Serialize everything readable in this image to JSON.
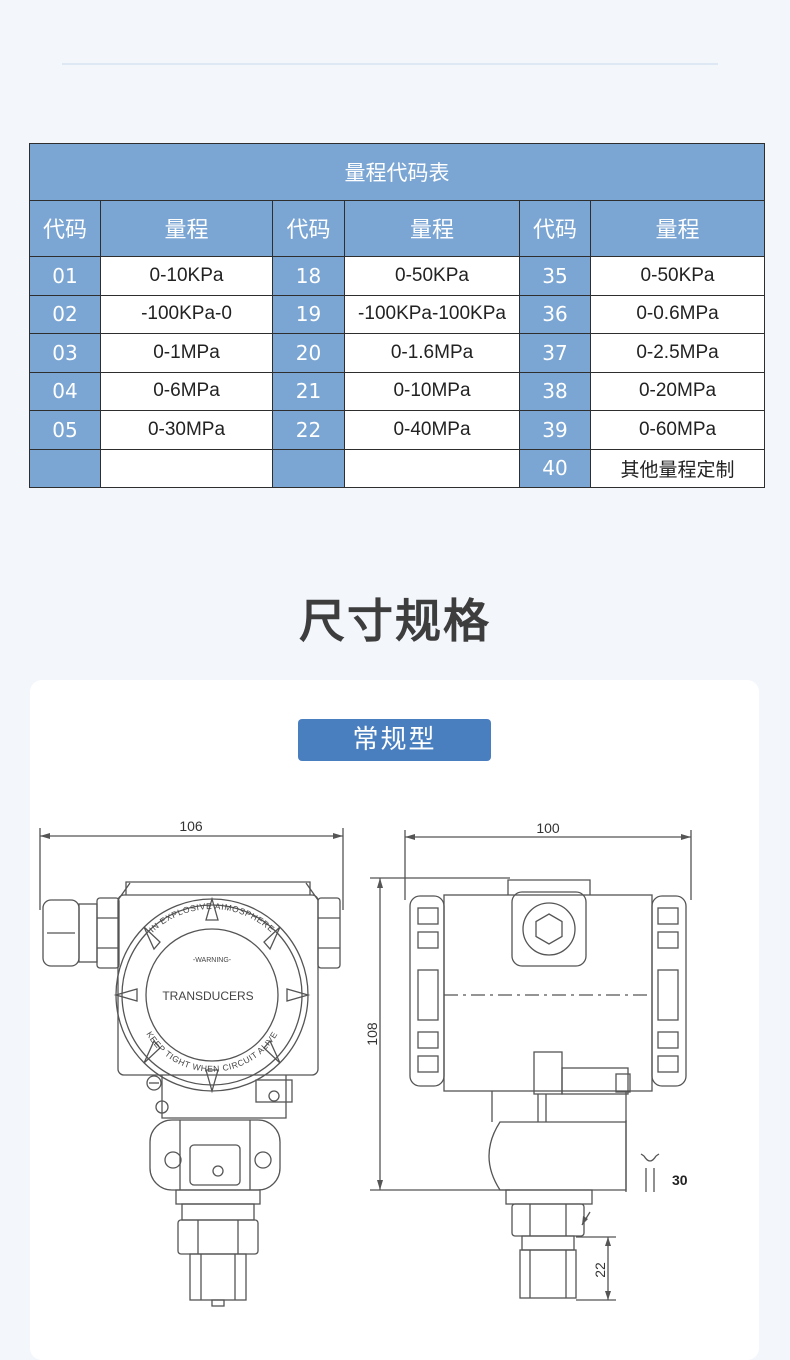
{
  "range_table": {
    "title": "量程代码表",
    "headers": [
      "代码",
      "量程",
      "代码",
      "量程",
      "代码",
      "量程"
    ],
    "rows": [
      [
        "01",
        "0-10KPa",
        "18",
        "0-50KPa",
        "35",
        "0-50KPa"
      ],
      [
        "02",
        "-100KPa-0",
        "19",
        "-100KPa-100KPa",
        "36",
        "0-0.6MPa"
      ],
      [
        "03",
        "0-1MPa",
        "20",
        "0-1.6MPa",
        "37",
        "0-2.5MPa"
      ],
      [
        "04",
        "0-6MPa",
        "21",
        "0-10MPa",
        "38",
        "0-20MPa"
      ],
      [
        "05",
        "0-30MPa",
        "22",
        "0-40MPa",
        "39",
        "0-60MPa"
      ],
      [
        "",
        "",
        "",
        "",
        "40",
        "其他量程定制"
      ]
    ]
  },
  "dimensions": {
    "section_title": "尺寸规格",
    "type_label": "常规型",
    "front_width": "106",
    "side_width": "100",
    "side_height": "108",
    "wrench_size": "30",
    "thread_length": "22",
    "plate_main": "TRANSDUCERS",
    "plate_ring_top": "IN EXPLOSIVE AIMOSPHERE",
    "plate_warning": "-WARNING-",
    "plate_ring_bottom": "KEEP TIGHT WHEN CIRCUIT ALIVE"
  },
  "colors": {
    "table_header": "#7ba6d3",
    "tag_bg": "#4a7fbf",
    "background": "#f3f7fc"
  }
}
